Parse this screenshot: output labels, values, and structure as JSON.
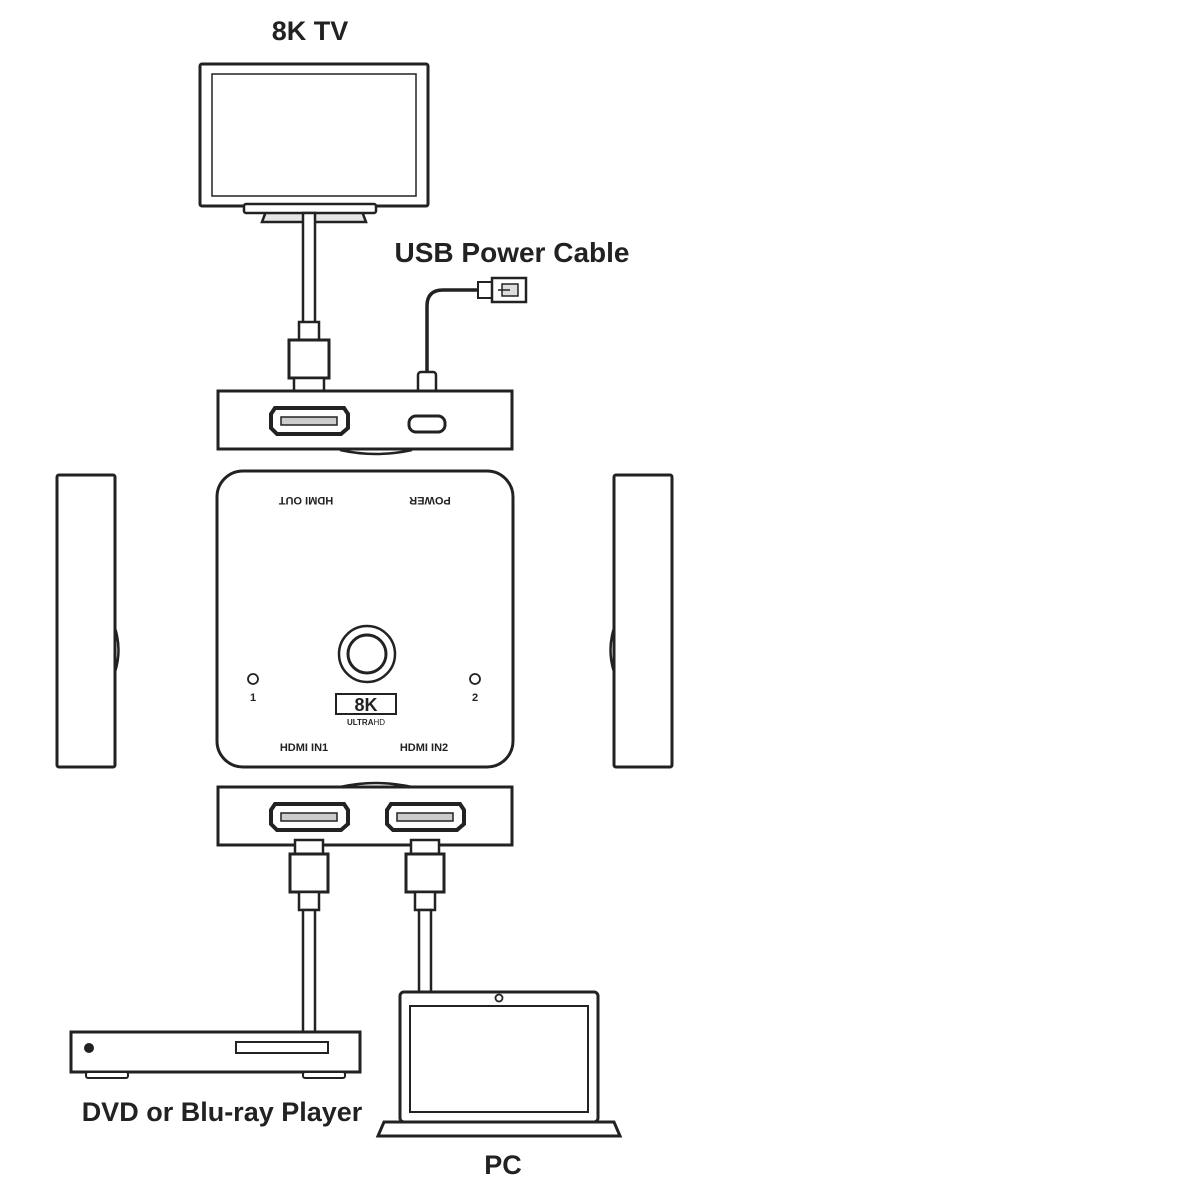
{
  "labels": {
    "tv": "8K TV",
    "usb_cable": "USB Power Cable",
    "player": "DVD or Blu-ray Player",
    "pc": "PC"
  },
  "switch": {
    "port_hdmi_out": "HDMI OUT",
    "port_power": "POWER",
    "led_1": "1",
    "led_2": "2",
    "logo_8k": "8K",
    "logo_ultra": "ULTRA",
    "logo_hd": "HD",
    "port_hdmi_in1": "HDMI IN1",
    "port_hdmi_in2": "HDMI IN2"
  },
  "colors": {
    "stroke": "#222222",
    "device_fill": "#ffffff",
    "shade": "#d9d9d9"
  }
}
